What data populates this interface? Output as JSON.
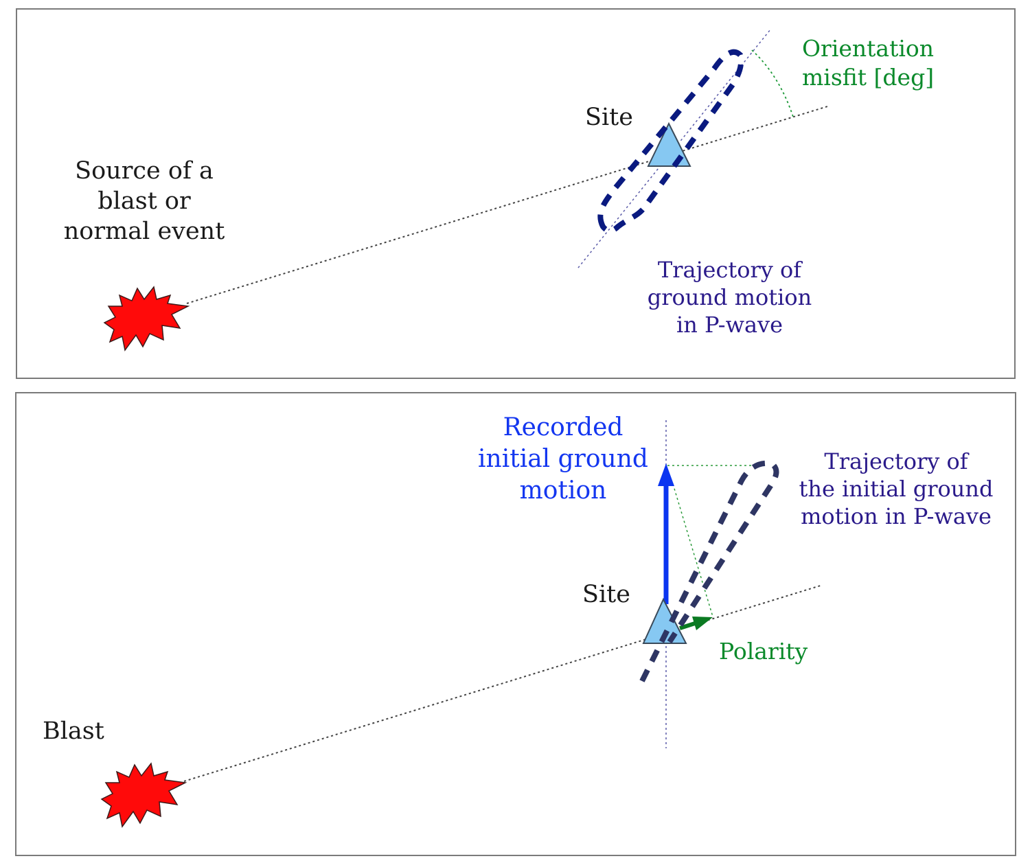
{
  "colors": {
    "frame": "#7a7a7a",
    "source_line": "#444444",
    "trajectory_axis": "#5a5aa8",
    "trajectory_dashes": "#0a1a80",
    "trajectory_dashes_bottom": "#2e3563",
    "site_fill": "#86c8f2",
    "site_stroke": "#3a4a5a",
    "blast_fill": "#ff0a0a",
    "misfit_arc": "#1f9a3a",
    "recorded_arrow": "#0b35f0",
    "polarity_arrow": "#0b7a22",
    "projection_lines": "#2a9a3a"
  },
  "top_panel": {
    "source_label": [
      "Source of a",
      "blast or",
      "normal event"
    ],
    "site_label": "Site",
    "misfit_label": [
      "Orientation",
      "misfit  [deg]"
    ],
    "trajectory_label": [
      "Trajectory of",
      "ground motion",
      "in P-wave"
    ]
  },
  "bottom_panel": {
    "blast_label": "Blast",
    "site_label": "Site",
    "recorded_label": [
      "Recorded",
      "initial ground",
      "motion"
    ],
    "trajectory_label": [
      "Trajectory of",
      "the initial ground",
      "motion in P-wave"
    ],
    "polarity_label": "Polarity"
  }
}
